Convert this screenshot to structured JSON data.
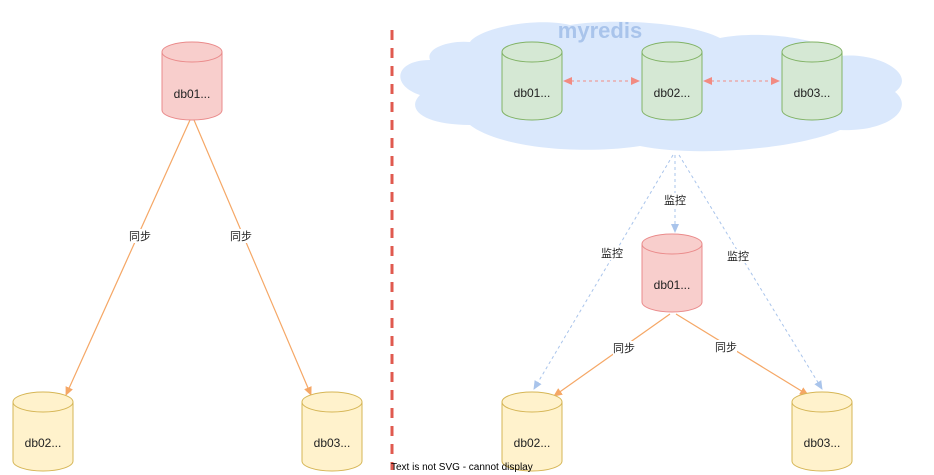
{
  "colors": {
    "red_fill": "#f8cecc",
    "red_stroke": "#ea8b8b",
    "green_fill": "#d5e8d4",
    "green_stroke": "#82b366",
    "yellow_fill": "#fff2cc",
    "yellow_stroke": "#d6b656",
    "cloud_fill": "#dae8fc",
    "orange_edge": "#f5a766",
    "blue_dashed_edge": "#a9c4eb",
    "red_dashed_edge": "#f28b82",
    "divider": "#e05a4f"
  },
  "left": {
    "master": {
      "label": "db01..."
    },
    "replica_a": {
      "label": "db02..."
    },
    "replica_b": {
      "label": "db03..."
    },
    "edge_a_label": "同步",
    "edge_b_label": "同步"
  },
  "right": {
    "cloud_title": "myredis",
    "cloud_nodes": [
      {
        "label": "db01..."
      },
      {
        "label": "db02..."
      },
      {
        "label": "db03..."
      }
    ],
    "master": {
      "label": "db01..."
    },
    "replica_a": {
      "label": "db02..."
    },
    "replica_b": {
      "label": "db03..."
    },
    "edge_to_master_label": "监控",
    "edge_to_replica_a_label": "监控",
    "edge_to_replica_b_label": "监控",
    "master_to_a_label": "同步",
    "master_to_b_label": "同步"
  },
  "footer_note": "Text is not SVG - cannot display"
}
